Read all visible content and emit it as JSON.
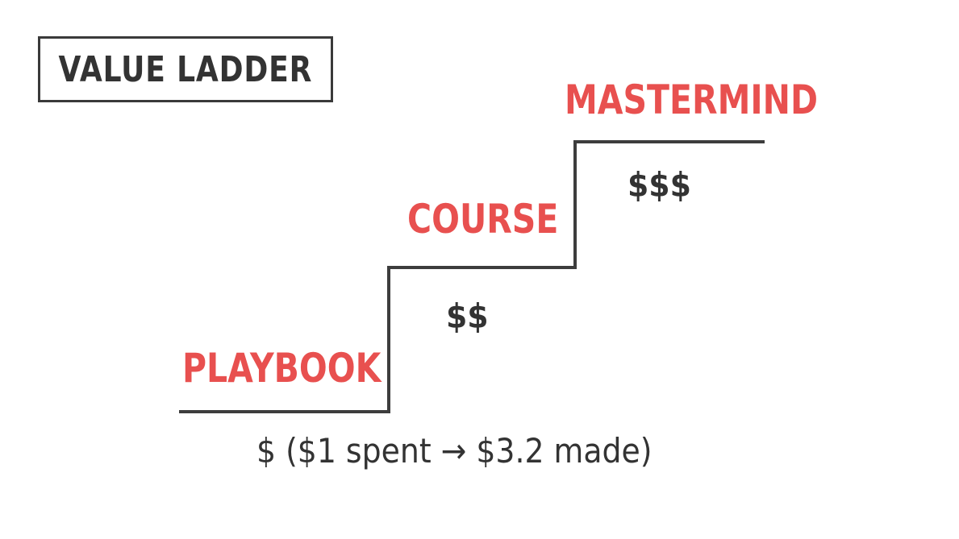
{
  "title": "VALUE LADDER",
  "steps": [
    {
      "label": "PLAYBOOK",
      "price": "$ ($1 spent → $3.2 made)"
    },
    {
      "label": "COURSE",
      "price": "$$"
    },
    {
      "label": "MASTERMIND",
      "price": "$$$"
    }
  ],
  "colors": {
    "ink": "#333333",
    "accent": "#e8504f",
    "background": "#ffffff"
  }
}
